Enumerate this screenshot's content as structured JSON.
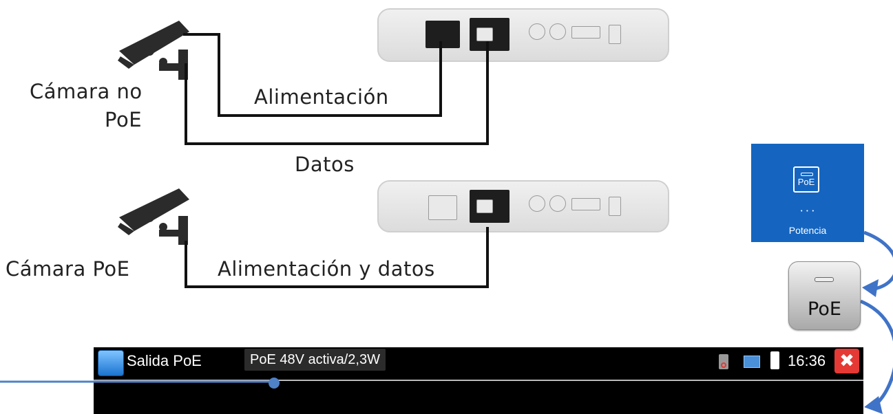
{
  "diagram": {
    "top": {
      "camera_label_line1": "Cámara no",
      "camera_label_line2": "PoE",
      "power_label": "Alimentación",
      "data_label": "Datos"
    },
    "bottom": {
      "camera_label": "Cámara PoE",
      "power_data_label": "Alimentación y datos"
    }
  },
  "app_tile": {
    "icon_text": "PoE",
    "dots": "• • •",
    "label": "Potencia"
  },
  "poe_button": {
    "label": "PoE"
  },
  "status_bar": {
    "title": "Salida PoE",
    "badge": "PoE 48V activa/2,3W",
    "time": "16:36",
    "close_glyph": "✖"
  },
  "colors": {
    "tile_blue": "#1565c0",
    "arrow_blue": "#3f73c8",
    "callout_blue": "#4f81c7",
    "close_red": "#e53935"
  }
}
